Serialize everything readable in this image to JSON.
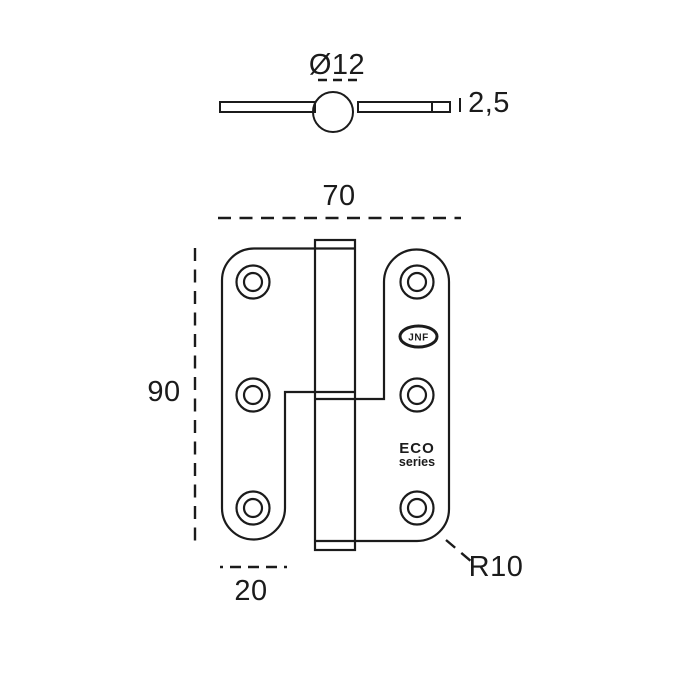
{
  "page": {
    "background": "#ffffff",
    "line_color": "#1b1b1b",
    "description": "Technical drawing of a rounded-corner lift-off door hinge, JNF ECO series"
  },
  "top_view": {
    "diameter_label": "Ø12",
    "thickness_label": "2,5"
  },
  "front_view": {
    "width_label": "70",
    "height_label": "90",
    "leaf_width_label": "20",
    "corner_radius_label": "R10",
    "hole_count": 6,
    "logo_text": "JNF",
    "series_label_line1": "ECO",
    "series_label_line2": "series"
  }
}
